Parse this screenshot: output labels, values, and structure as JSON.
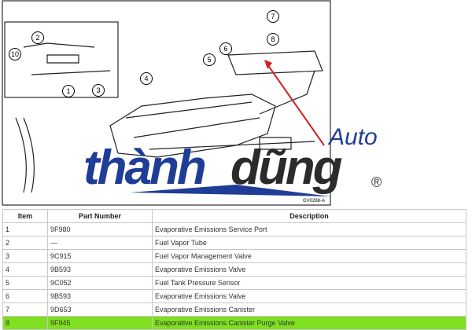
{
  "diagram": {
    "callouts": [
      "10",
      "2",
      "1",
      "3",
      "4",
      "5",
      "6",
      "7",
      "8"
    ],
    "figure_code": "GV0268-A",
    "watermark": {
      "part1": "thành",
      "part2": "dũng",
      "auto": "Auto",
      "reg": "®"
    },
    "colors": {
      "arrow": "#d42020",
      "brand_blue": "#1f3d96",
      "highlight": "#7ee01e"
    }
  },
  "table": {
    "headers": [
      "Item",
      "Part Number",
      "Description"
    ],
    "rows": [
      [
        "1",
        "9F980",
        "Evaporative Emissions Service Port"
      ],
      [
        "2",
        "—",
        "Fuel Vapor Tube"
      ],
      [
        "3",
        "9C915",
        "Fuel Vapor Management Valve"
      ],
      [
        "4",
        "9B593",
        "Evaporative Emissions Valve"
      ],
      [
        "5",
        "9C052",
        "Fuel Tank Pressure Sensor"
      ],
      [
        "6",
        "9B593",
        "Evaporative Emissions Valve"
      ],
      [
        "7",
        "9D653",
        "Evaporative Emissions Canister"
      ],
      [
        "8",
        "9F945",
        "Evaporative Emissions Canister Purge Valve"
      ]
    ],
    "highlighted_row": 8
  }
}
